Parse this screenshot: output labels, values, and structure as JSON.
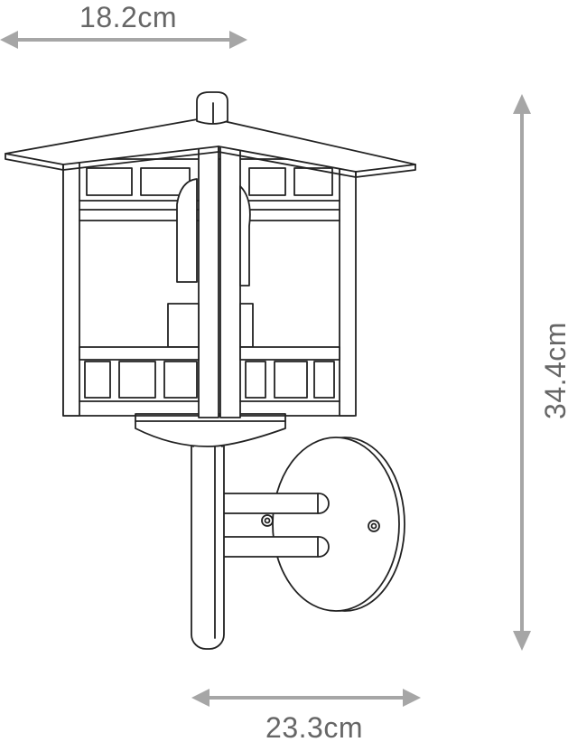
{
  "dimensions": {
    "top_width": "18.2cm",
    "height": "34.4cm",
    "bottom_projection": "23.3cm"
  },
  "colors": {
    "dimension_gray": "#a6a6a6",
    "label_gray": "#666666",
    "outline": "#222222",
    "background": "#ffffff"
  }
}
